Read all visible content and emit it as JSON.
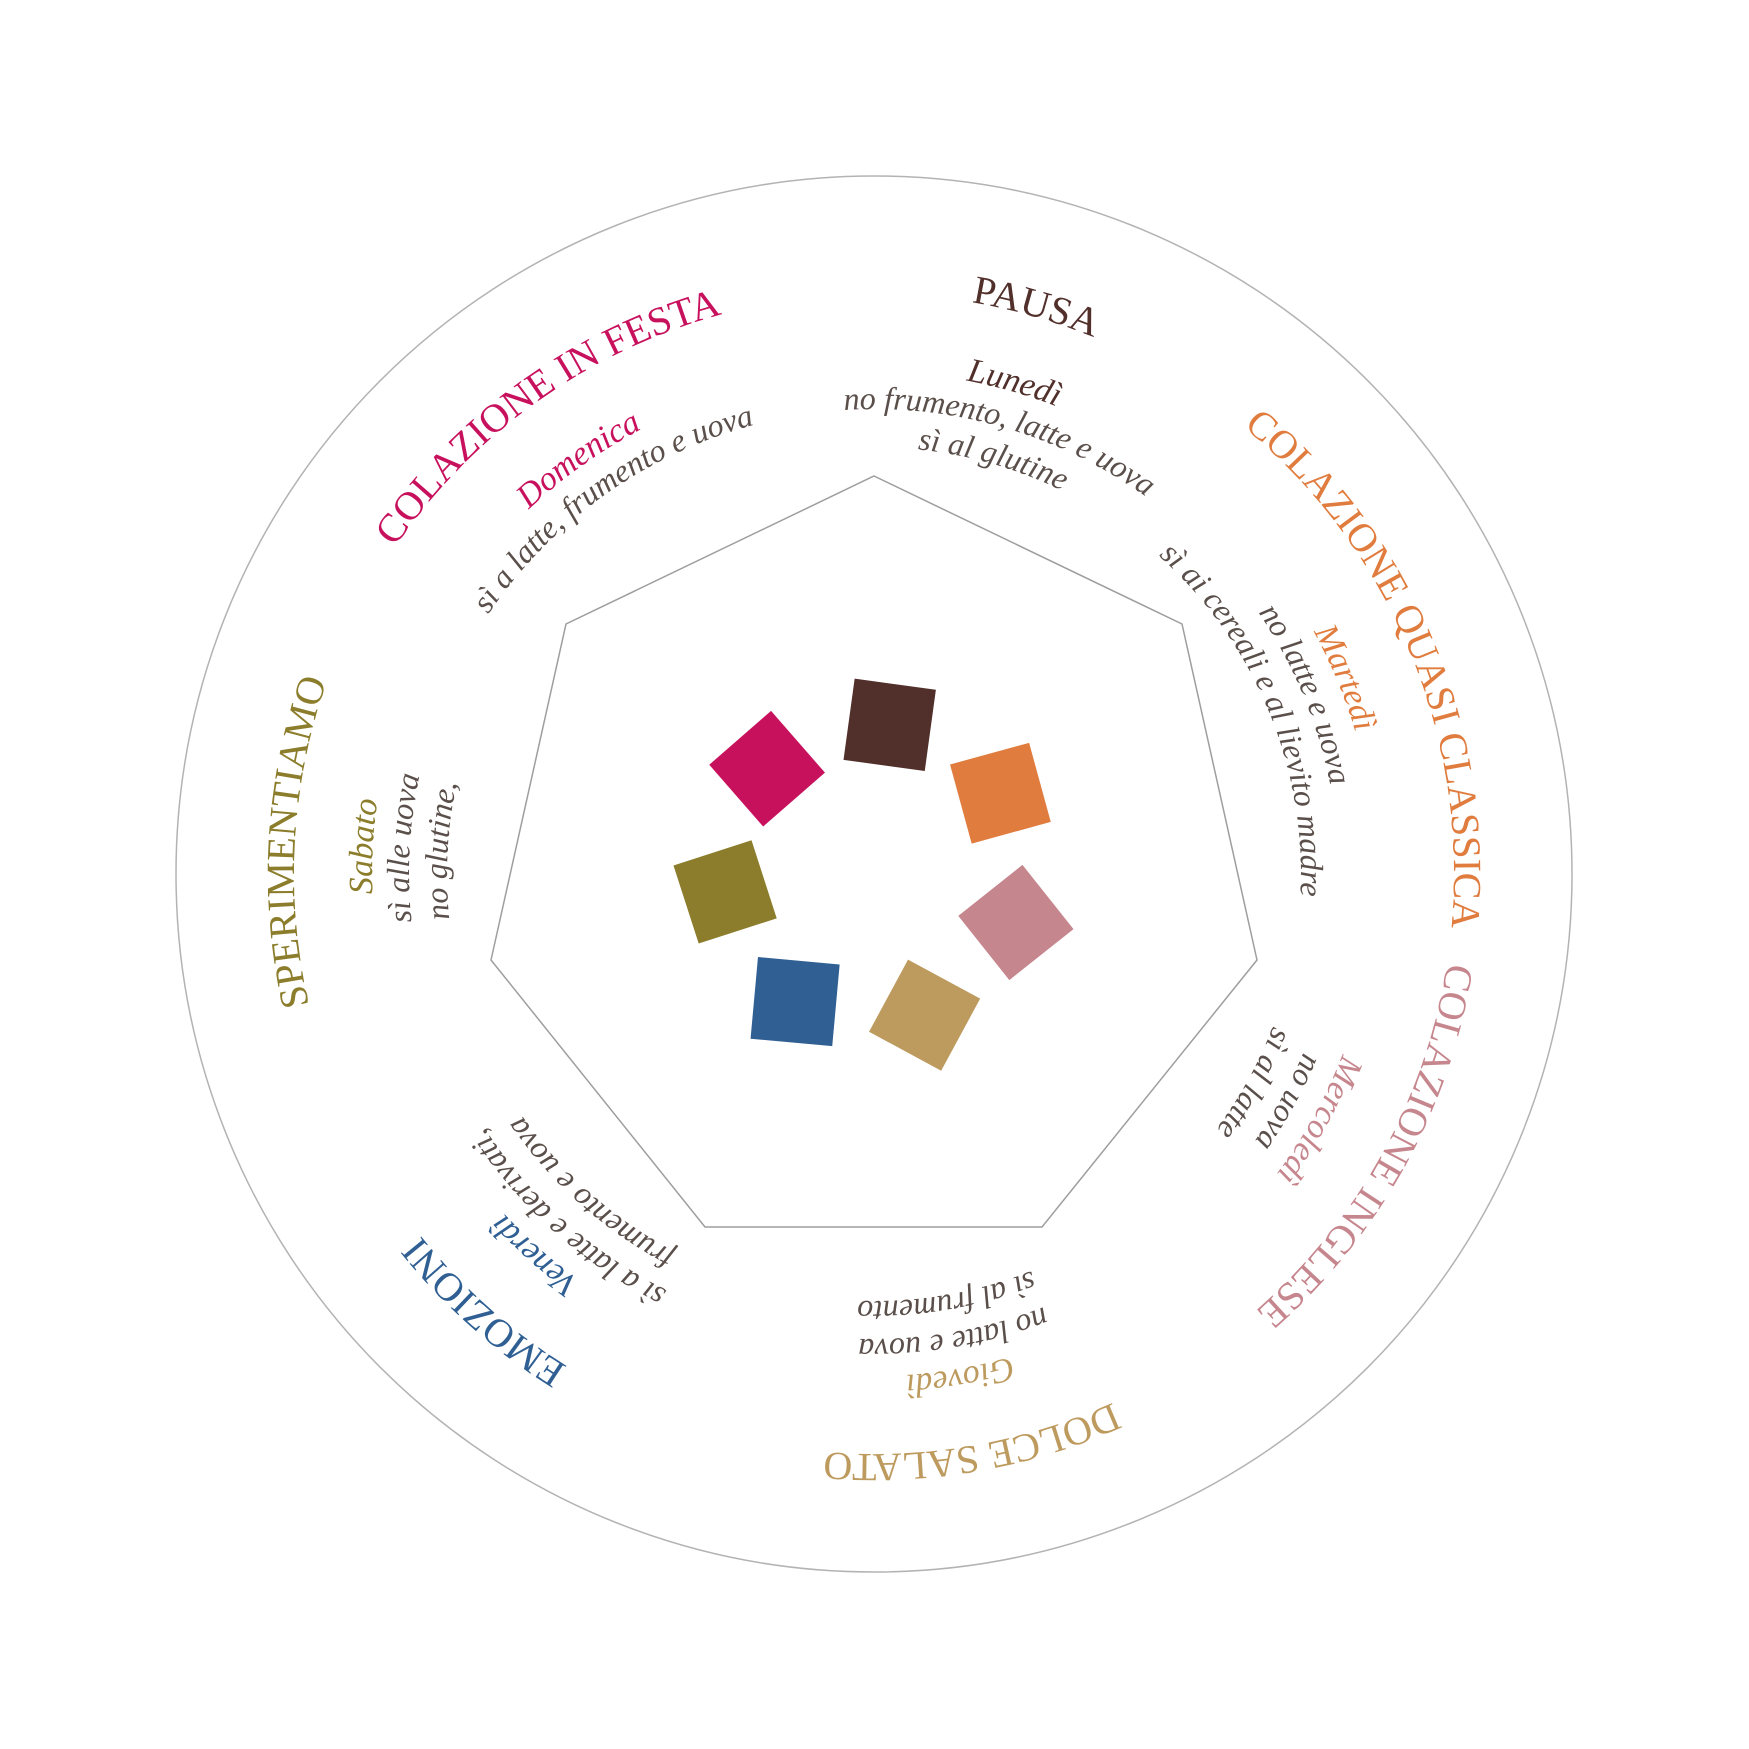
{
  "colors": {
    "outline": "#b3b3b3",
    "body_text": "#5a4f4a"
  },
  "segments": [
    {
      "id": "lunedi",
      "title": "PAUSA",
      "day": "Lunedì",
      "lines": [
        "no frumento, latte e uova",
        "sì al glutine"
      ],
      "color": "#512f2a"
    },
    {
      "id": "martedi",
      "title": "COLAZIONE QUASI CLASSICA",
      "day": "Martedì",
      "lines": [
        "no latte e uova",
        "sì ai cereali e al lievito madre"
      ],
      "color": "#e07c3e"
    },
    {
      "id": "mercoledi",
      "title": "COLAZIONE INGLESE",
      "day": "Mercoledì",
      "lines": [
        "no uova",
        "sì al latte"
      ],
      "color": "#c6868d"
    },
    {
      "id": "giovedi",
      "title": "DOLCE SALATO",
      "day": "Giovedì",
      "lines": [
        "no latte e uova",
        "sì al frumento"
      ],
      "color": "#bd9a5e"
    },
    {
      "id": "venerdi",
      "title": "EMOZIONI",
      "day": "Venerdì",
      "lines": [
        "sì a latte e derivati,",
        "frumento e uova"
      ],
      "color": "#2f5f93"
    },
    {
      "id": "sabato",
      "title": "SPERIMENTIAMO",
      "day": "Sabato",
      "lines": [
        "sì alle uova",
        "no glutine,"
      ],
      "color": "#8b7d2b"
    },
    {
      "id": "domenica",
      "title": "COLAZIONE IN FESTA",
      "day": "Domenica",
      "lines": [
        "sì a latte, frumento e uova"
      ],
      "color": "#c8115d"
    }
  ]
}
